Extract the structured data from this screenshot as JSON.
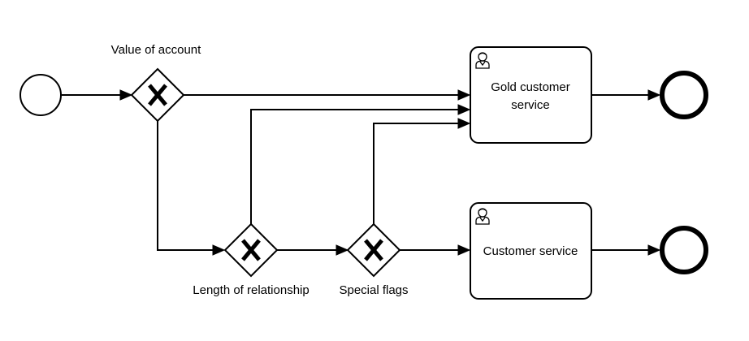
{
  "diagram": {
    "gateways": {
      "value_of_account": {
        "label": "Value of account"
      },
      "length_of_relationship": {
        "label": "Length of relationship"
      },
      "special_flags": {
        "label": "Special flags"
      }
    },
    "tasks": {
      "gold_customer_service": {
        "label_line1": "Gold customer",
        "label_line2": "service",
        "icon": "user-icon"
      },
      "customer_service": {
        "label": "Customer service",
        "icon": "user-icon"
      }
    },
    "events": {
      "start": {
        "type": "start"
      },
      "end_gold": {
        "type": "end"
      },
      "end_customer": {
        "type": "end"
      }
    },
    "colors": {
      "stroke": "#000000",
      "fill": "#ffffff"
    }
  }
}
